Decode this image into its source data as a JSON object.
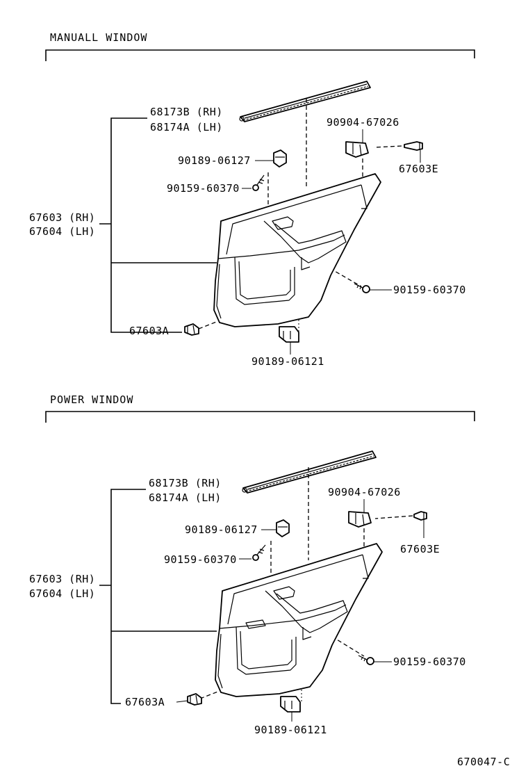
{
  "sections": [
    {
      "title": "MANUALL WINDOW",
      "labels": {
        "weatherstrip_rh": "68173B (RH)",
        "weatherstrip_lh": "68174A (LH)",
        "panel_rh": "67603 (RH)",
        "panel_lh": "67604 (LH)",
        "clip_top": "90189-06127",
        "screw_top": "90159-60370",
        "bracket": "90904-67026",
        "pin": "67603E",
        "screw_right": "90159-60370",
        "clip_bottom": "90189-06121",
        "fastener": "67603A"
      }
    },
    {
      "title": "POWER WINDOW",
      "labels": {
        "weatherstrip_rh": "68173B (RH)",
        "weatherstrip_lh": "68174A (LH)",
        "panel_rh": "67603 (RH)",
        "panel_lh": "67604 (LH)",
        "clip_top": "90189-06127",
        "screw_top": "90159-60370",
        "bracket": "90904-67026",
        "pin": "67603E",
        "screw_right": "90159-60370",
        "clip_bottom": "90189-06121",
        "fastener": "67603A"
      }
    }
  ],
  "figure_code": "670047-C"
}
